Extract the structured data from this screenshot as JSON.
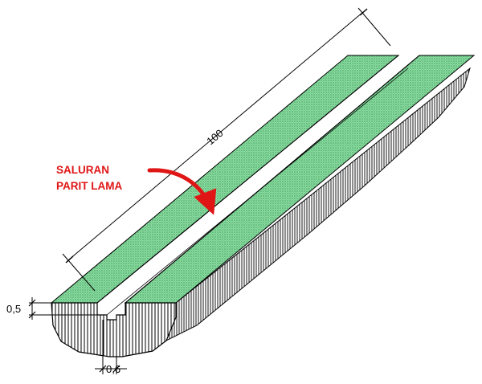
{
  "drawing": {
    "length_label": "100",
    "height_label": "0,5",
    "width_label": "0,6",
    "callout": {
      "line1": "SALURAN",
      "line2": "PARIT LAMA"
    }
  },
  "colors": {
    "top_surface": "#7ed39a",
    "top_dots": "#2f9a4a",
    "hatch": "#000000",
    "callout": "#e01515",
    "outline": "#000000"
  }
}
